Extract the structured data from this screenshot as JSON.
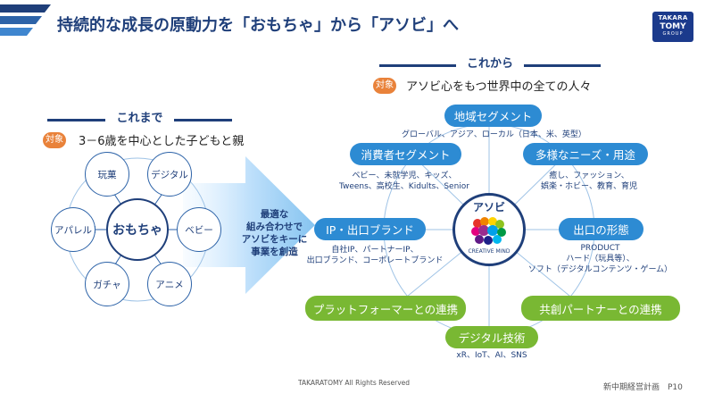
{
  "header": {
    "title": "持続的な成長の原動力を「おもちゃ」から「アソビ」へ",
    "logo_line1": "TAKARA",
    "logo_line2": "TOMY",
    "logo_line3": "GROUP"
  },
  "left": {
    "heading": "これまで",
    "target_badge": "対象",
    "target_text": "3－6歳を中心とした子どもと親",
    "center": "おもちゃ",
    "nodes": [
      "玩菓",
      "デジタル",
      "ベビー",
      "アニメ",
      "ガチャ",
      "アパレル"
    ]
  },
  "arrow": {
    "lines": [
      "最適な",
      "組み合わせで",
      "アソビをキーに",
      "事業を創造"
    ]
  },
  "right": {
    "heading": "これから",
    "target_badge": "対象",
    "target_text": "アソビ心をもつ世界中の全ての人々",
    "center": "アソビ",
    "center_sub": "CREATIVE MIND",
    "pills": {
      "region": "地域セグメント",
      "consumer": "消費者セグメント",
      "needs": "多様なニーズ・用途",
      "ip": "IP・出口ブランド",
      "outlet": "出口の形態",
      "platform": "プラットフォーマーとの連携",
      "partner": "共創パートナーとの連携",
      "digital": "デジタル技術"
    },
    "descs": {
      "region": "グローバル、アジア、ローカル（日本、米、英型）",
      "consumer_1": "ベビー、未就学児、キッズ、",
      "consumer_2": "Tweens、高校生、Kidults、Senior",
      "needs_1": "癒し、ファッション、",
      "needs_2": "娯楽・ホビー、教育、育児",
      "ip_1": "自社IP、パートナーIP、",
      "ip_2": "出口ブランド、コーポレートブランド",
      "outlet_1": "PRODUCT",
      "outlet_2": "ハード（玩具等）、",
      "outlet_3": "ソフト（デジタルコンテンツ・ゲーム）",
      "digital": "xR、IoT、AI、SNS"
    }
  },
  "footer": {
    "copyright": "TAKARATOMY All Rights Reserved",
    "page": "新中期経営計画　P10"
  },
  "colors": {
    "navy": "#1f3f7a",
    "blue": "#2d8bd3",
    "green": "#79b833",
    "orange": "#e9823a"
  }
}
